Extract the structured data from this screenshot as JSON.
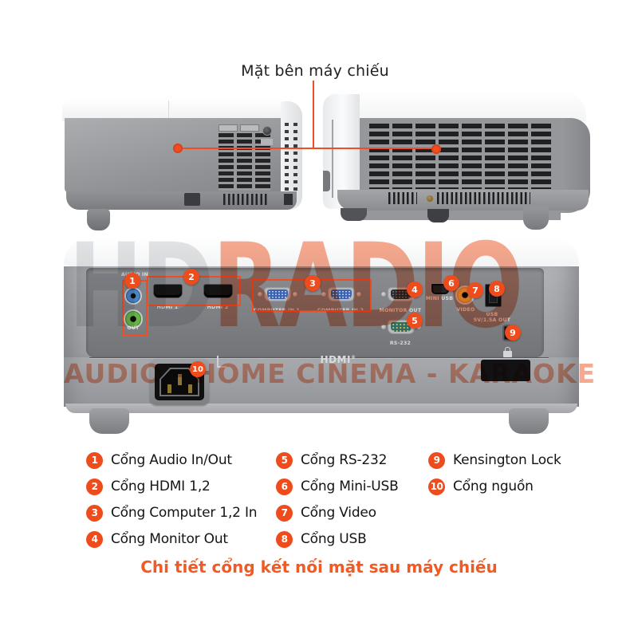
{
  "colors": {
    "accent": "#ee4c1c",
    "caption": "#f15a24"
  },
  "title_top": "Mặt bên máy chiếu",
  "caption_bottom": "Chi tiết cổng kết nối mặt sau máy chiếu",
  "watermark": {
    "part1": "HD",
    "part2": "RADIO",
    "tagline": "AUDIO - HOME CINEMA - KARAOKE"
  },
  "rear_labels": {
    "audio_group": "AUDIO IN",
    "audio_out": "OUT",
    "hdmi1": "HDMI 1",
    "hdmi2": "HDMI 2",
    "computer1": "COMPUTER IN 1",
    "computer2": "COMPUTER IN 2",
    "monitor_out": "MONITOR OUT",
    "rs232": "RS-232",
    "mini_usb": "MINI USB",
    "video": "VIDEO",
    "usb_line1": "USB",
    "usb_line2": "5V/1.5A OUT",
    "hdmi_logo": "HDMI",
    "hdmi_reg": "®"
  },
  "callouts": [
    {
      "num": "1"
    },
    {
      "num": "2"
    },
    {
      "num": "3"
    },
    {
      "num": "4"
    },
    {
      "num": "5"
    },
    {
      "num": "6"
    },
    {
      "num": "7"
    },
    {
      "num": "8"
    },
    {
      "num": "9"
    },
    {
      "num": "10"
    }
  ],
  "legend": {
    "items": [
      {
        "num": "1",
        "label": "Cổng Audio In/Out"
      },
      {
        "num": "2",
        "label": "Cổng HDMI 1,2"
      },
      {
        "num": "3",
        "label": "Cổng Computer 1,2 In"
      },
      {
        "num": "4",
        "label": "Cổng Monitor Out"
      },
      {
        "num": "5",
        "label": "Cổng RS-232"
      },
      {
        "num": "6",
        "label": "Cổng Mini-USB"
      },
      {
        "num": "7",
        "label": "Cổng Video"
      },
      {
        "num": "8",
        "label": "Cổng USB"
      },
      {
        "num": "9",
        "label": "Kensington Lock"
      },
      {
        "num": "10",
        "label": "Cổng nguồn"
      }
    ]
  }
}
